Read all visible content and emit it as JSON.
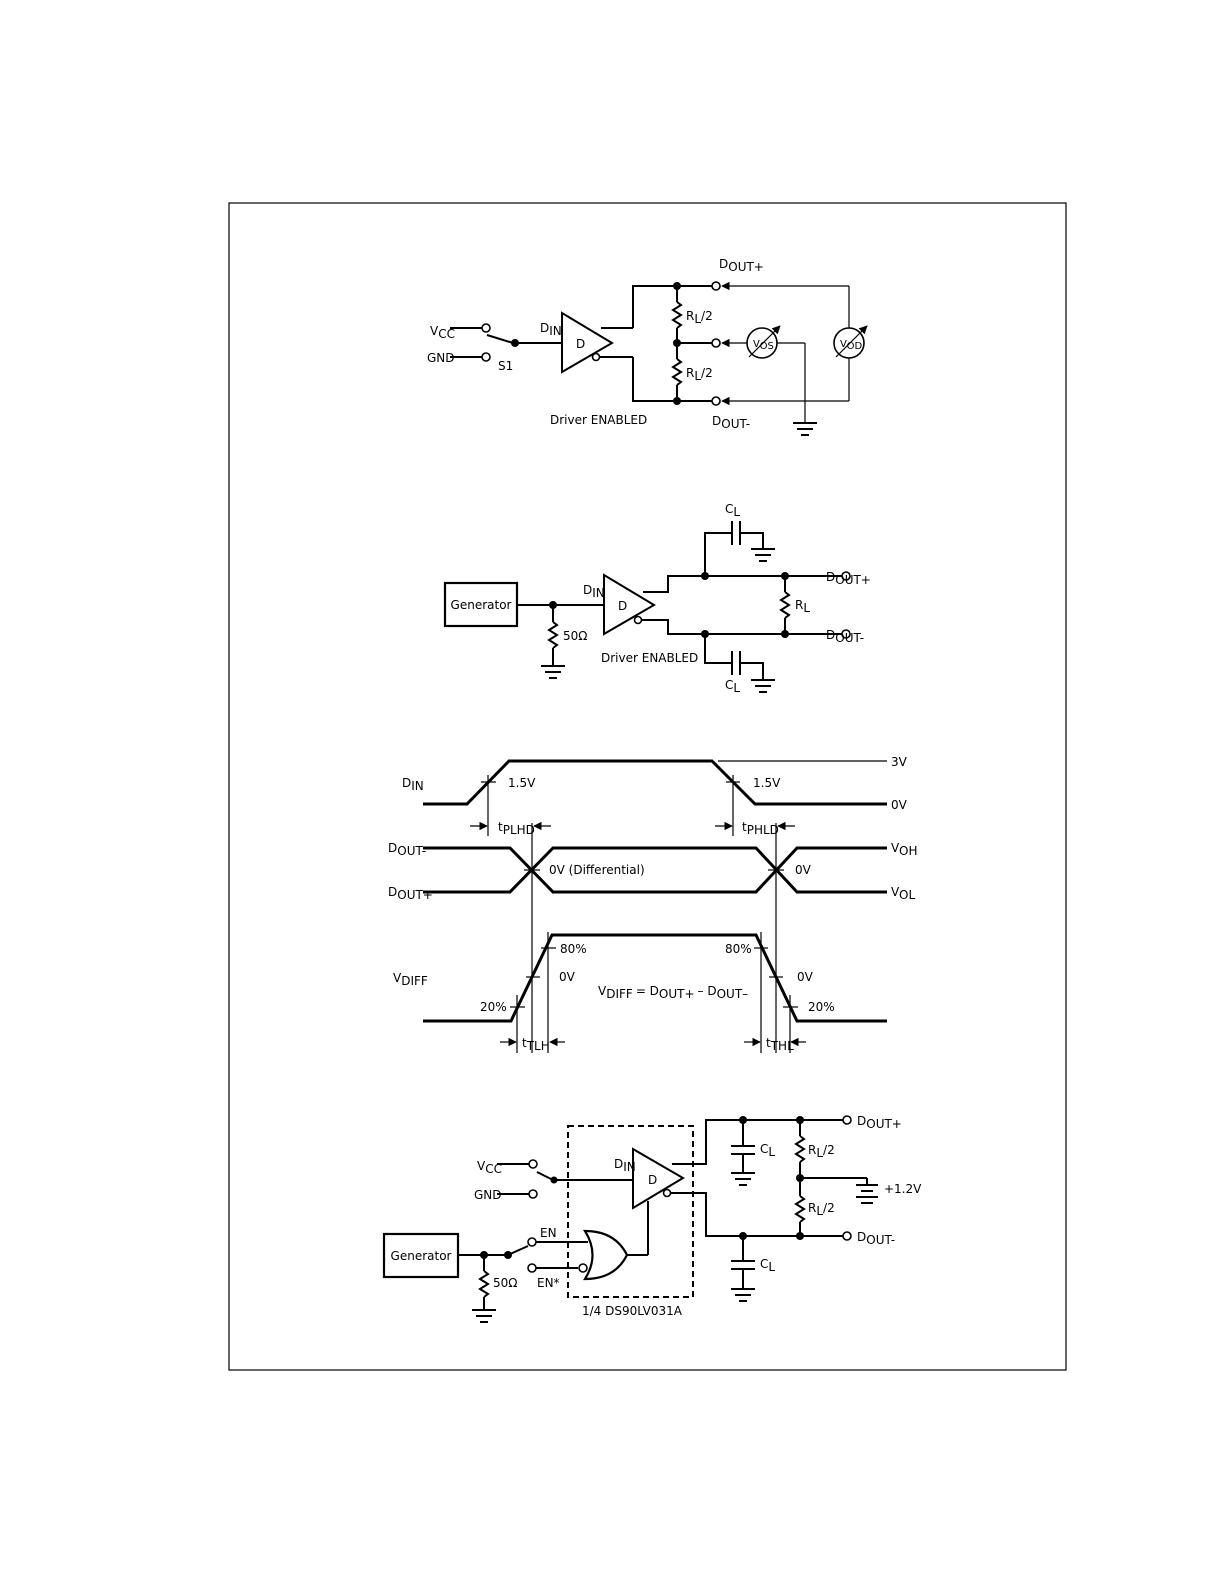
{
  "fig1": {
    "vcc": "V",
    "vcc_sub": "CC",
    "gnd": "GND",
    "s1": "S1",
    "din": "D",
    "din_sub": "IN",
    "driver": "D",
    "rl_top": "R",
    "rl_top_sub": "L",
    "rl_top_suffix": "/2",
    "rl_bot": "R",
    "rl_bot_sub": "L",
    "rl_bot_suffix": "/2",
    "vos": "V",
    "vos_sub": "OS",
    "vod": "V",
    "vod_sub": "OD",
    "dout_plus": "D",
    "dout_plus_sub": "OUT+",
    "dout_minus": "D",
    "dout_minus_sub": "OUT-",
    "caption": "Driver ENABLED"
  },
  "fig2": {
    "generator": "Generator",
    "din": "D",
    "din_sub": "IN",
    "driver": "D",
    "r50": "50Ω",
    "cl_top": "C",
    "cl_top_sub": "L",
    "cl_bot": "C",
    "cl_bot_sub": "L",
    "rl": "R",
    "rl_sub": "L",
    "dout_plus": "D",
    "dout_plus_sub": "OUT+",
    "dout_minus": "D",
    "dout_minus_sub": "OUT-",
    "caption": "Driver ENABLED"
  },
  "fig3": {
    "din": "D",
    "din_sub": "IN",
    "v3": "3V",
    "v0": "0V",
    "v15_left": "1.5V",
    "v15_right": "1.5V",
    "tplhd": "t",
    "tplhd_sub": "PLHD",
    "tphld": "t",
    "tphld_sub": "PHLD",
    "dout_minus": "D",
    "dout_minus_sub": "OUT-",
    "dout_plus": "D",
    "dout_plus_sub": "OUT+",
    "diff_label": "0V (Differential)",
    "zero_right": "0V",
    "voh": "V",
    "voh_sub": "OH",
    "vol": "V",
    "vol_sub": "OL",
    "vdiff": "V",
    "vdiff_sub": "DIFF",
    "p80_left": "80%",
    "p80_right": "80%",
    "p20_left": "20%",
    "p20_right": "20%",
    "ov_left": "0V",
    "ov_right": "0V",
    "eq_v": "V",
    "eq_v_sub": "DIFF",
    "eq_eq": "= D",
    "eq_p_sub": "OUT+",
    "eq_minus": "– D",
    "eq_m_sub": "OUT–",
    "ttlh": "t",
    "ttlh_sub": "TLH",
    "tthl": "t",
    "tthl_sub": "THL"
  },
  "fig4": {
    "vcc": "V",
    "vcc_sub": "CC",
    "gnd": "GND",
    "generator": "Generator",
    "r50": "50Ω",
    "en": "EN",
    "en_star": "EN*",
    "din": "D",
    "din_sub": "IN",
    "driver": "D",
    "part": "1/4 DS90LV031A",
    "cl_top": "C",
    "cl_top_sub": "L",
    "cl_bot": "C",
    "cl_bot_sub": "L",
    "rl_top": "R",
    "rl_top_sub": "L",
    "rl_top_suffix": "/2",
    "rl_bot": "R",
    "rl_bot_sub": "L",
    "rl_bot_suffix": "/2",
    "vbias": "+1.2V",
    "dout_plus": "D",
    "dout_plus_sub": "OUT+",
    "dout_minus": "D",
    "dout_minus_sub": "OUT-"
  }
}
